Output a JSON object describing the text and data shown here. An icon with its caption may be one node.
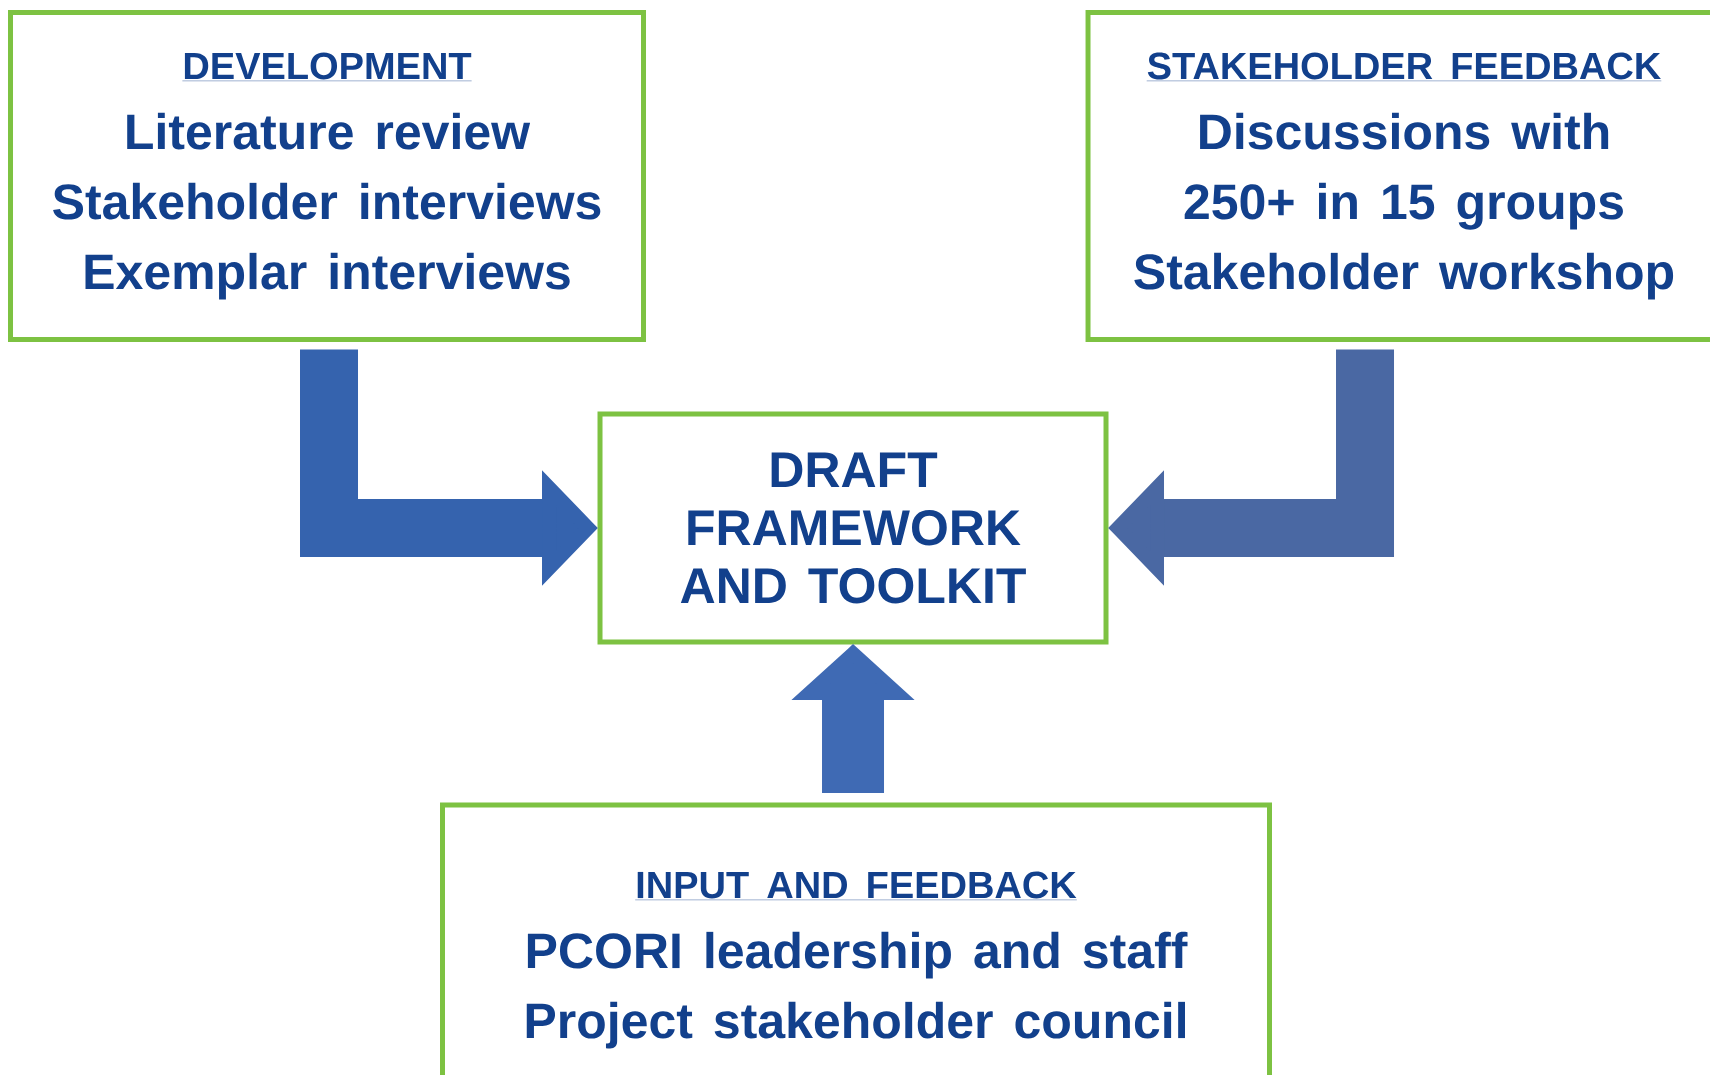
{
  "diagram": {
    "nodes": [
      {
        "text": [
          "DEVELOPMENT",
          "Literature review",
          "Stakeholder interviews",
          "Exemplar interviews"
        ]
      },
      {
        "text": [
          "STAKEHOLDER FEEDBACK",
          "Discussions with 250+ in 15 groups",
          "Stakeholder workshop"
        ]
      },
      {
        "text": [
          "DRAFT FRAMEWORK AND TOOLKIT"
        ]
      },
      {
        "text": [
          "INPUT AND FEEDBACK",
          "PCORI leadership and staff",
          "Project stakeholder council"
        ]
      }
    ],
    "edges": [
      {
        "from": 0,
        "to": 2,
        "arrow": "to"
      },
      {
        "from": 1,
        "to": 2,
        "arrow": "to"
      },
      {
        "from": 3,
        "to": 2,
        "arrow": "to"
      }
    ]
  }
}
